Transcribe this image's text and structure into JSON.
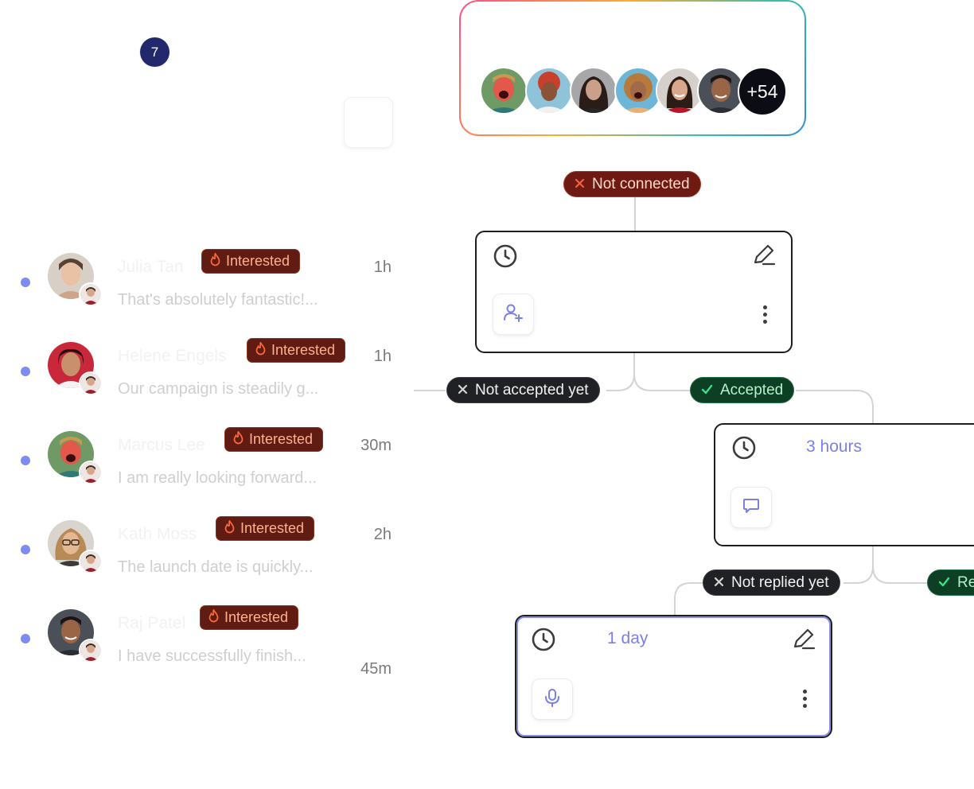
{
  "inbox": {
    "notification_count": "7",
    "messages": [
      {
        "sender": "Julia Tan",
        "tag": "Interested",
        "time": "1h",
        "preview": "That's absolutely fantastic!..."
      },
      {
        "sender": "Helene Engels",
        "tag": "Interested",
        "time": "1h",
        "preview": "Our campaign is steadily g..."
      },
      {
        "sender": "Marcus Lee",
        "tag": "Interested",
        "time": "30m",
        "preview": "I am really looking forward..."
      },
      {
        "sender": "Kath Moss",
        "tag": "Interested",
        "time": "2h",
        "preview": "The launch date is quickly..."
      },
      {
        "sender": "Raj Patel",
        "tag": "Interested",
        "time": "45m",
        "preview": "I have successfully finish..."
      }
    ]
  },
  "flow": {
    "audience": {
      "more_count": "+54"
    },
    "labels": {
      "not_connected": "Not connected",
      "not_accepted": "Not accepted yet",
      "accepted": "Accepted",
      "not_replied": "Not replied yet",
      "replied_partial": "Re"
    },
    "steps": {
      "invite": {
        "icon": "user-plus-icon"
      },
      "message": {
        "delay": "3 hours",
        "icon": "chat-bubble-icon"
      },
      "voice": {
        "delay": "1 day",
        "icon": "microphone-icon"
      }
    }
  },
  "colors": {
    "tag_bg": "#601c12",
    "tag_text": "#ffb08e",
    "accent_purple": "#7c80e6",
    "unread_dot": "#7d8cf0",
    "badge_navy": "#22286b"
  }
}
